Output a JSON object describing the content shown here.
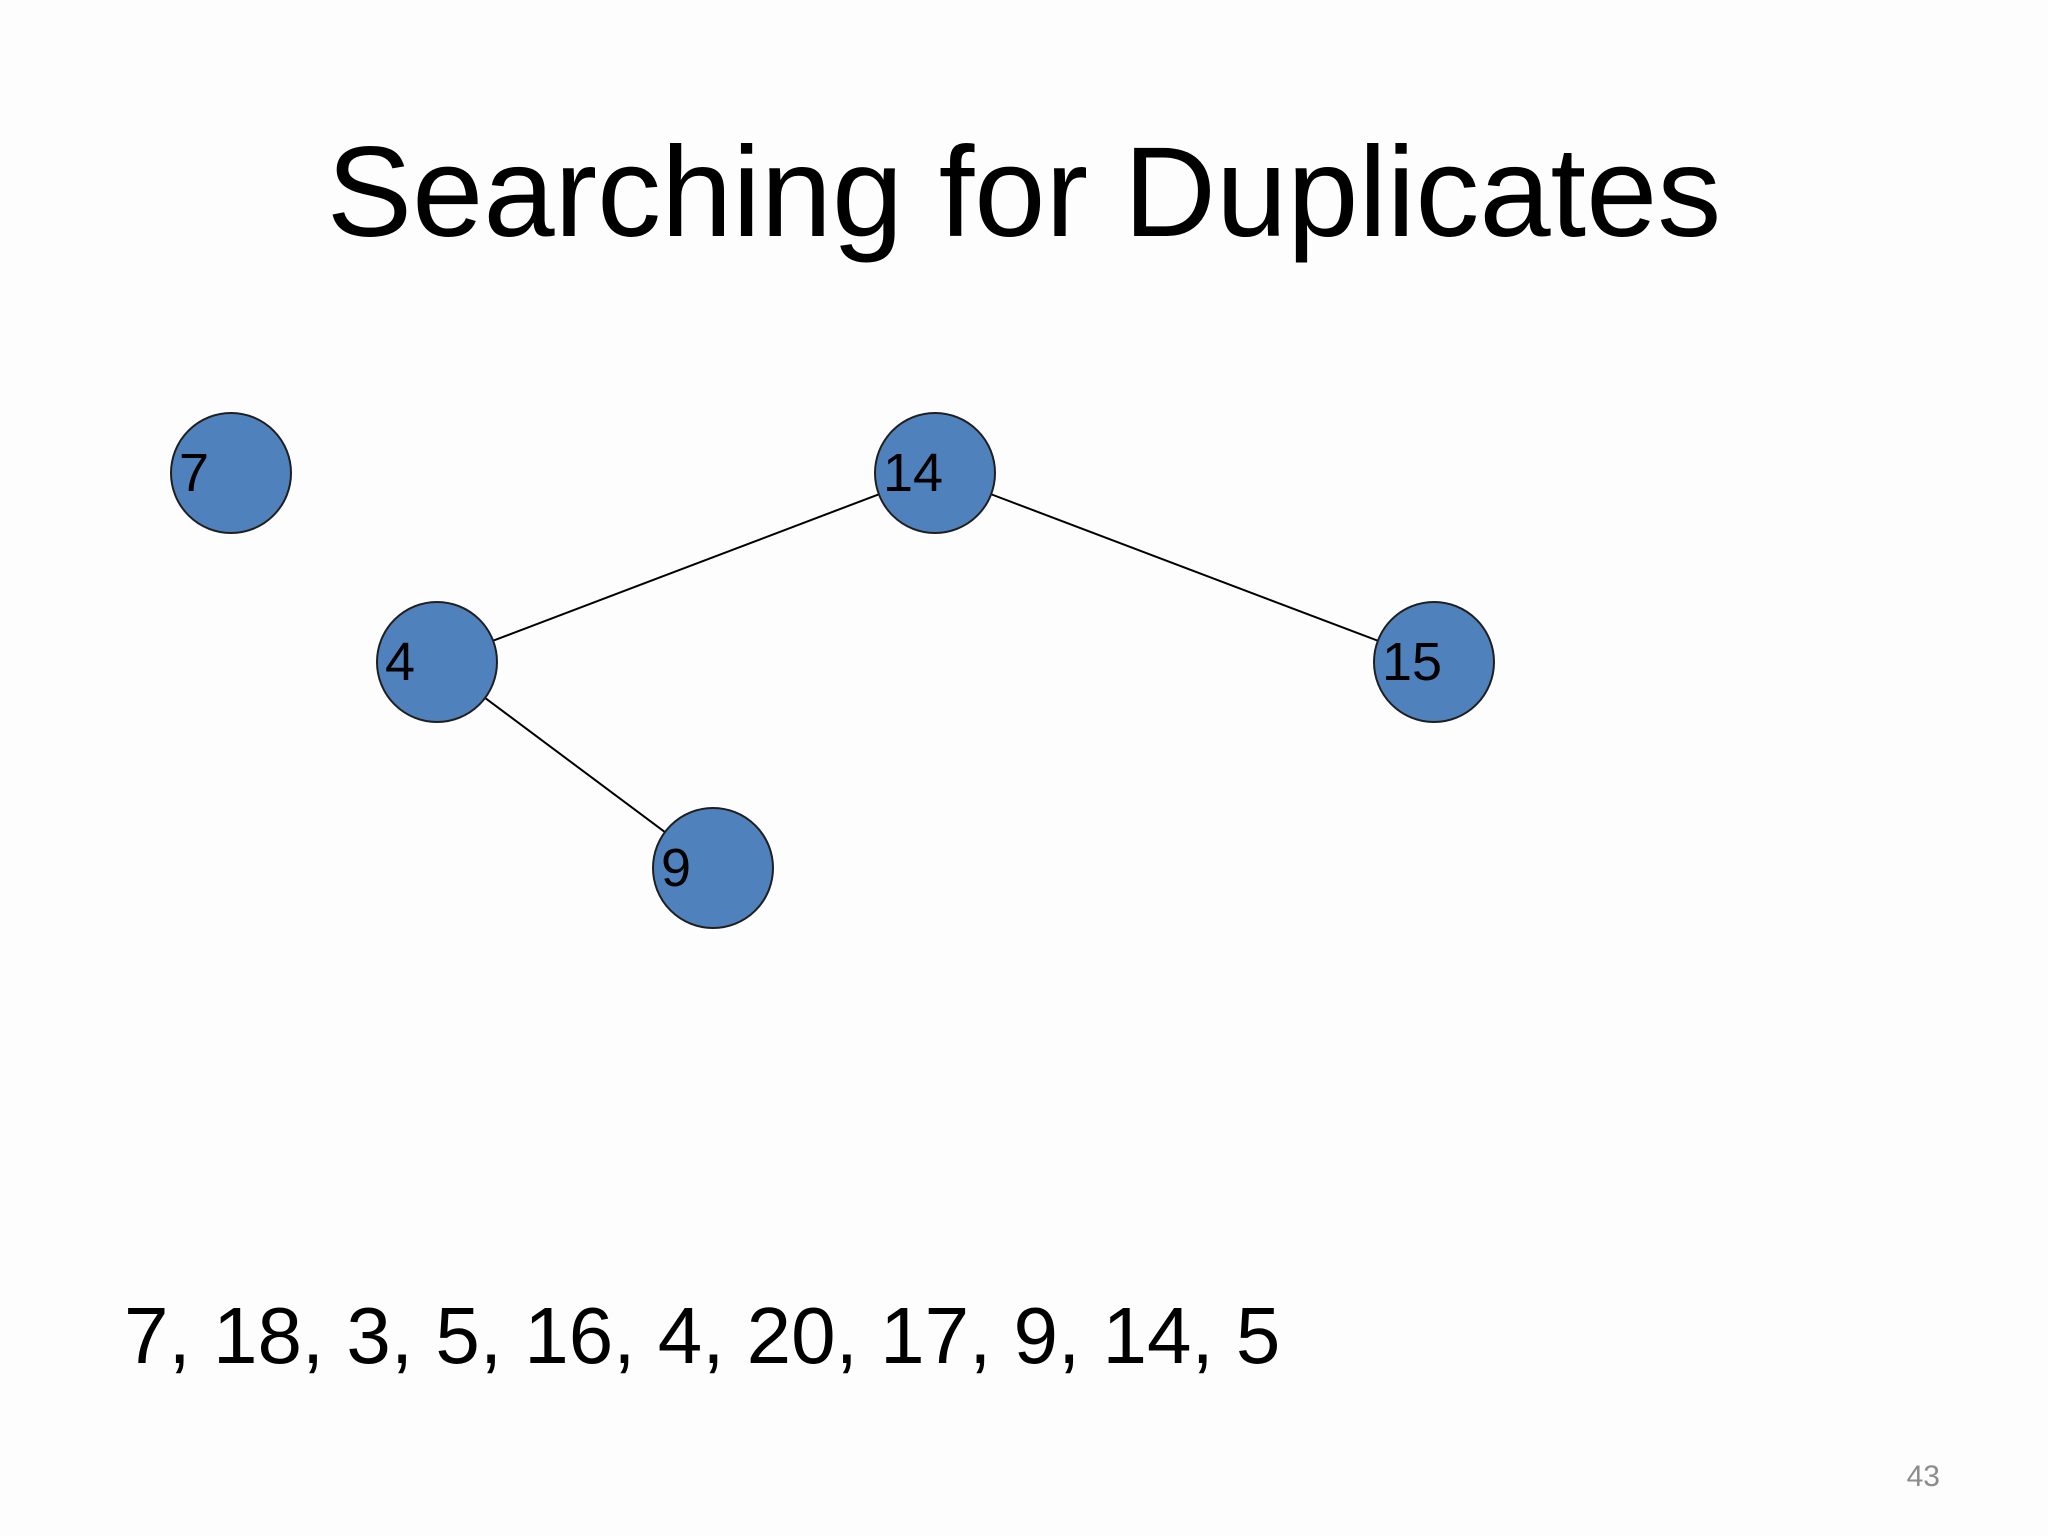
{
  "slide": {
    "title": "Searching for Duplicates",
    "sequence": "7, 18, 3, 5, 16, 4, 20, 17, 9, 14, 5",
    "page_number": "43"
  },
  "diagram": {
    "node_color": "#4f81bd",
    "node_border": "#1f1f1f",
    "edge_color": "#000000",
    "nodes": [
      {
        "id": "n7",
        "label": "7"
      },
      {
        "id": "n14",
        "label": "14"
      },
      {
        "id": "n4",
        "label": "4"
      },
      {
        "id": "n15",
        "label": "15"
      },
      {
        "id": "n9",
        "label": "9"
      }
    ],
    "edges": [
      {
        "from": "n14",
        "to": "n4"
      },
      {
        "from": "n14",
        "to": "n15"
      },
      {
        "from": "n4",
        "to": "n9"
      }
    ]
  }
}
